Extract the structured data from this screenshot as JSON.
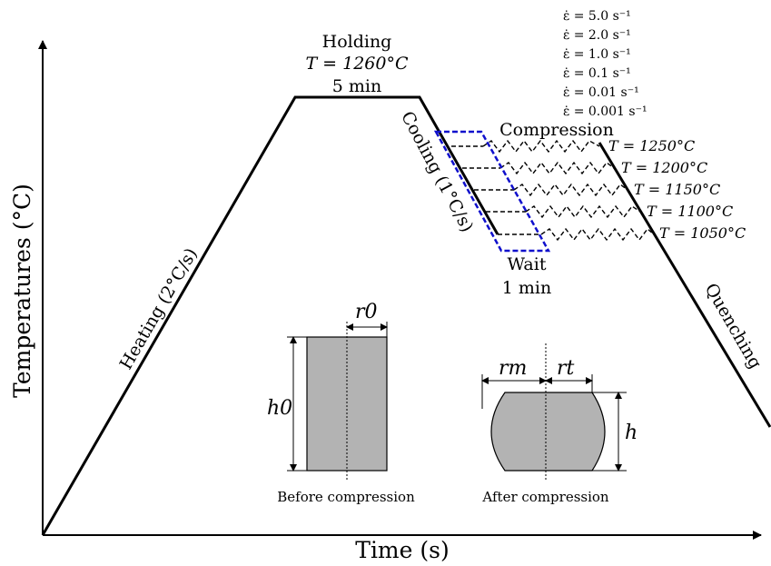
{
  "axes": {
    "x_label": "Time (s)",
    "y_label": "Temperatures (°C)"
  },
  "stages": {
    "heating": "Heating (2°C/s)",
    "holding_title": "Holding",
    "holding_temp": "T = 1260°C",
    "holding_time": "5 min",
    "cooling": "Cooling (1°C/s)",
    "compression": "Compression",
    "wait_title": "Wait",
    "wait_time": "1 min",
    "quenching": "Quenching"
  },
  "strain_rates": [
    "ε̇ = 5.0 s⁻¹",
    "ε̇ = 2.0 s⁻¹",
    "ε̇ = 1.0 s⁻¹",
    "ε̇ = 0.1 s⁻¹",
    "ε̇ = 0.01 s⁻¹",
    "ε̇ = 0.001 s⁻¹"
  ],
  "test_temperatures": [
    "T = 1250°C",
    "T = 1200°C",
    "T = 1150°C",
    "T = 1100°C",
    "T = 1050°C"
  ],
  "specimens": {
    "before_caption": "Before compression",
    "after_caption": "After compression",
    "r0": "r0",
    "h0": "h0",
    "rm": "rm",
    "rt": "rt",
    "h": "h"
  },
  "colors": {
    "line": "#000000",
    "specimen_fill": "#b3b3b3",
    "region_outline": "#1010cc"
  }
}
